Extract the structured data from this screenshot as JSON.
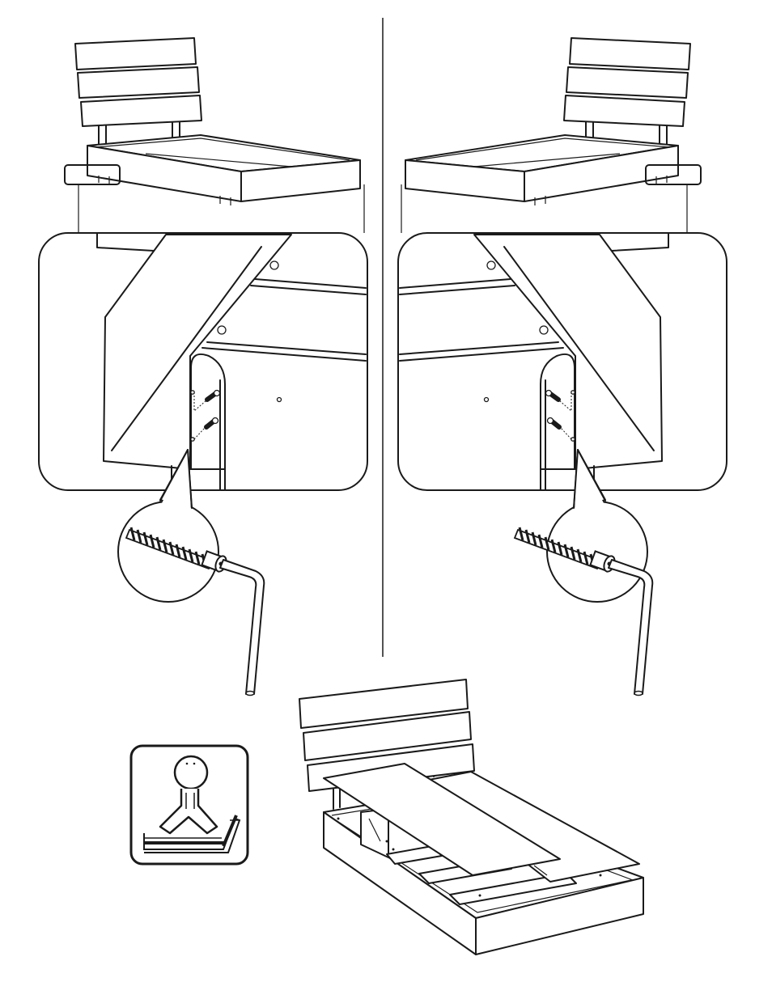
{
  "page": {
    "background": "#ffffff",
    "line_color": "#1a1a1a",
    "steps": [
      {
        "side": "left",
        "icons": [
          "headboard-frame",
          "zoom-detail",
          "screw",
          "allen-key"
        ]
      },
      {
        "side": "right",
        "icons": [
          "headboard-frame",
          "zoom-detail",
          "screw",
          "allen-key"
        ]
      }
    ],
    "final": {
      "icons": [
        "assembled-bed",
        "slat-panels",
        "one-person-icon"
      ]
    }
  }
}
